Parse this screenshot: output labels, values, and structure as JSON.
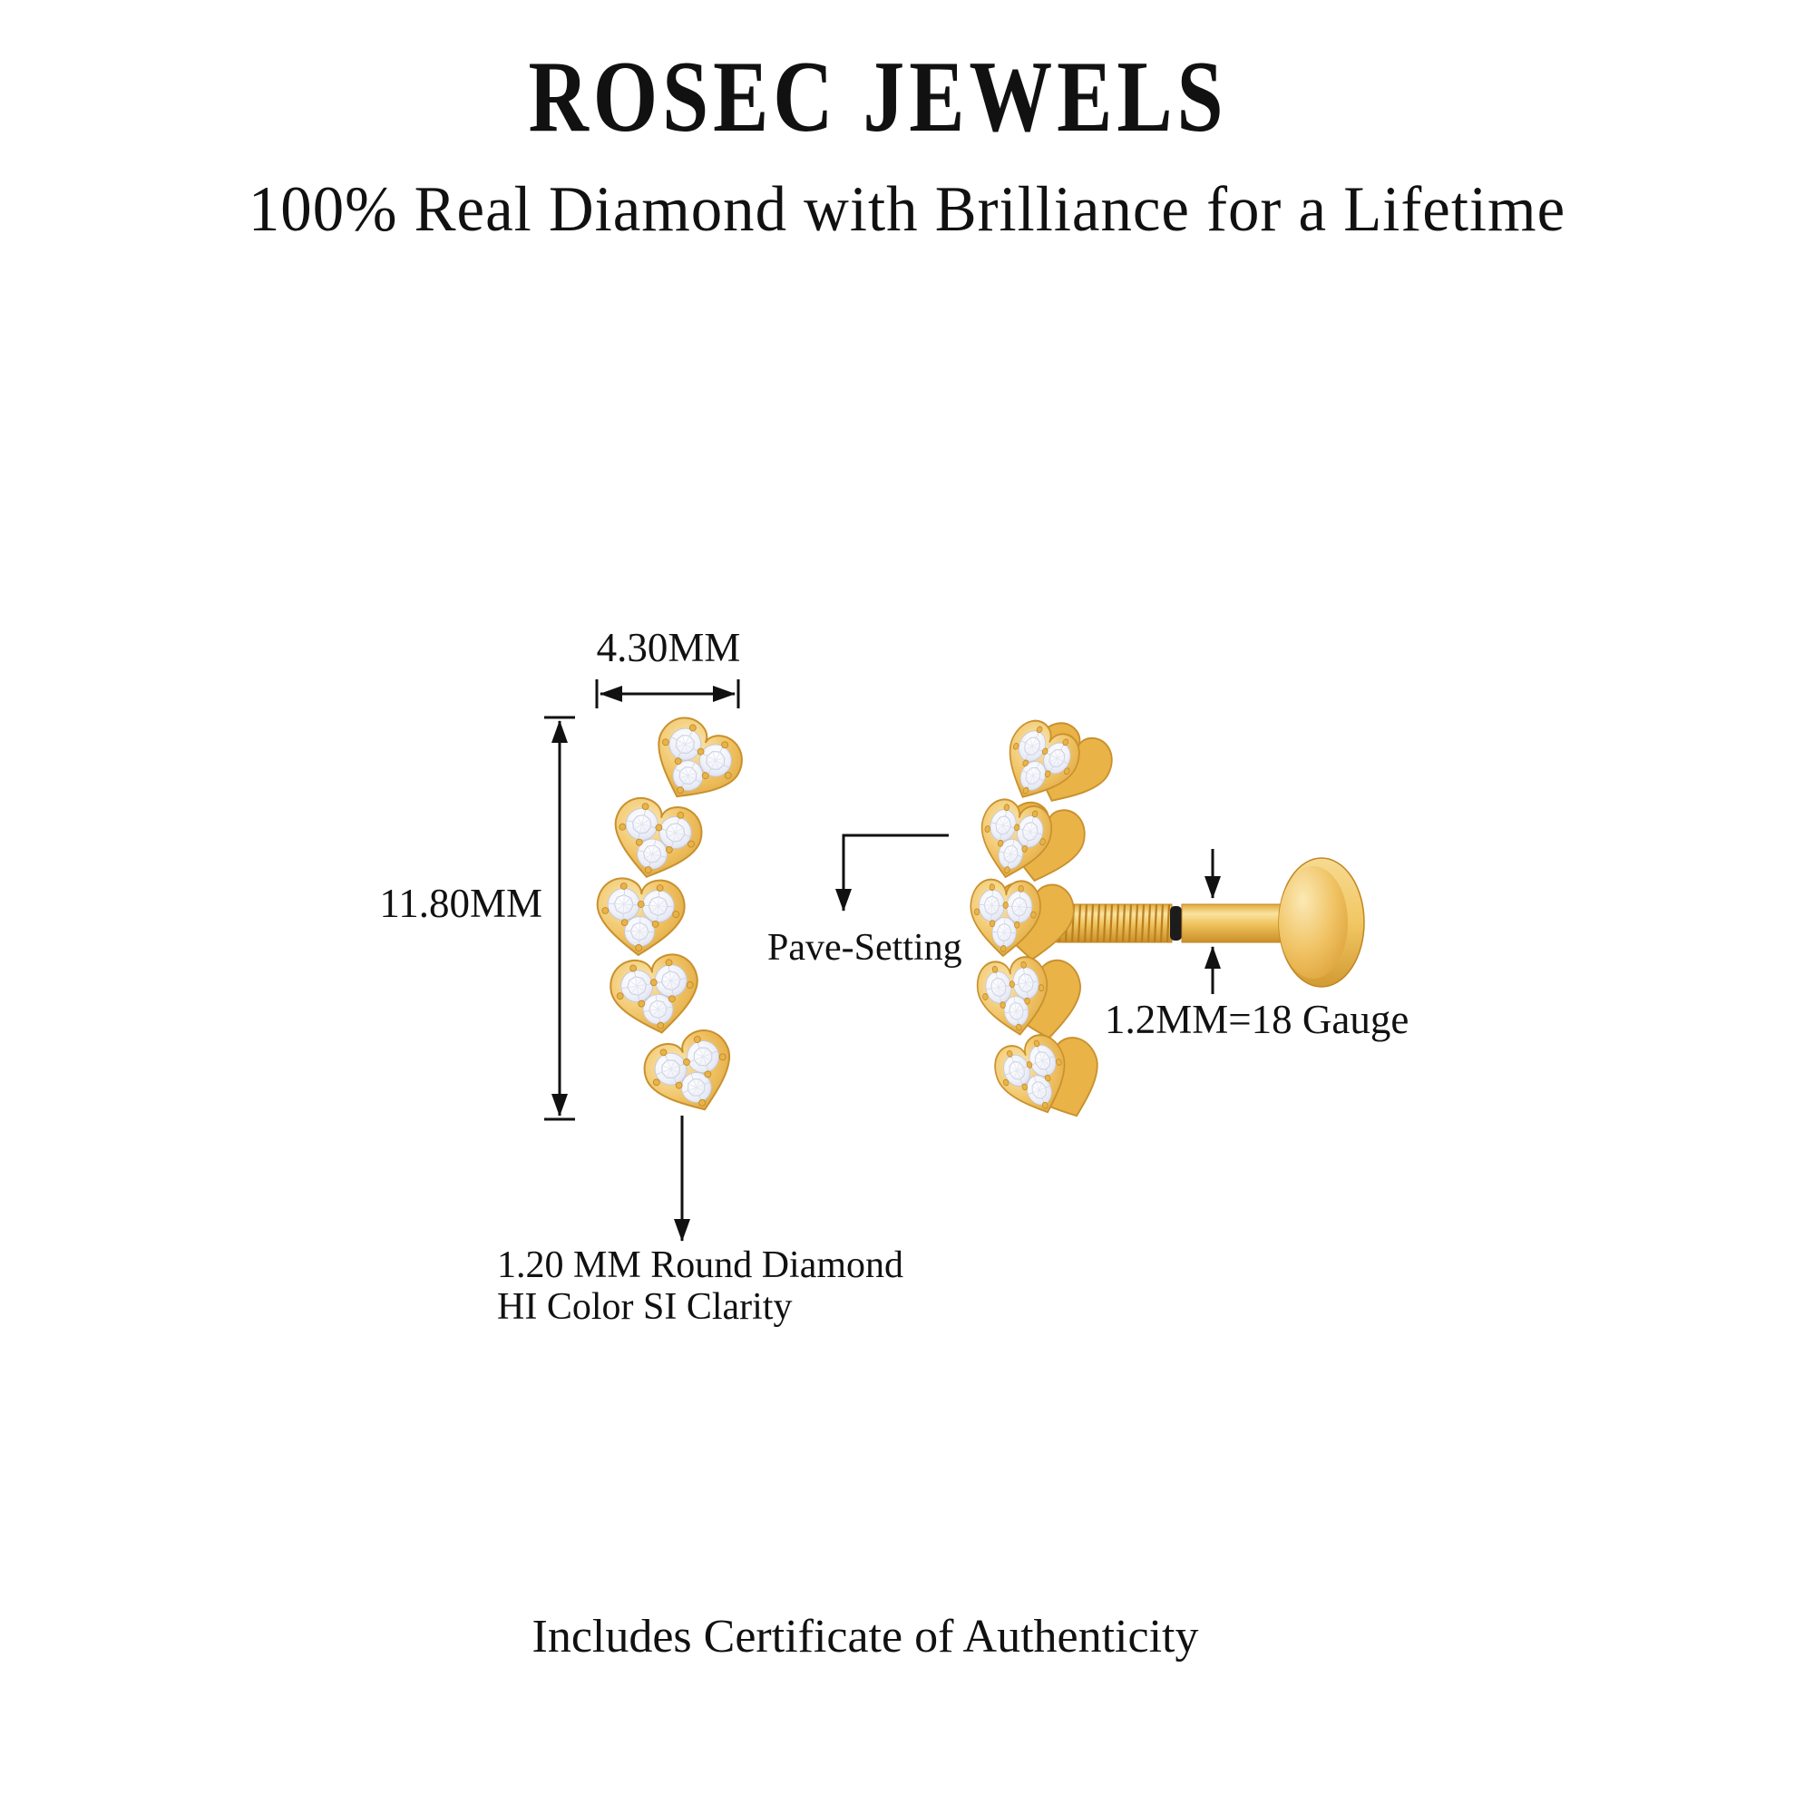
{
  "header": {
    "brand": "ROSEC JEWELS",
    "tagline": "100% Real Diamond with Brilliance for a Lifetime"
  },
  "annotations": {
    "width_dimension": "4.30MM",
    "height_dimension": "11.80MM",
    "stone_note_line1": "1.20 MM Round Diamond",
    "stone_note_line2": "HI Color SI Clarity",
    "setting_label": "Pave-Setting",
    "gauge_label": "1.2MM=18 Gauge"
  },
  "footer": {
    "certificate_note": "Includes Certificate of Authenticity"
  },
  "colors": {
    "background": "#FFFFFF",
    "text": "#111111",
    "gold": "#EFC05A",
    "gold_light": "#F9E3A0",
    "gold_dark": "#C8912D",
    "diamond": "#F0F2F9",
    "diamond_edge": "#C5C9DC",
    "o_ring": "#1C1C1C"
  }
}
